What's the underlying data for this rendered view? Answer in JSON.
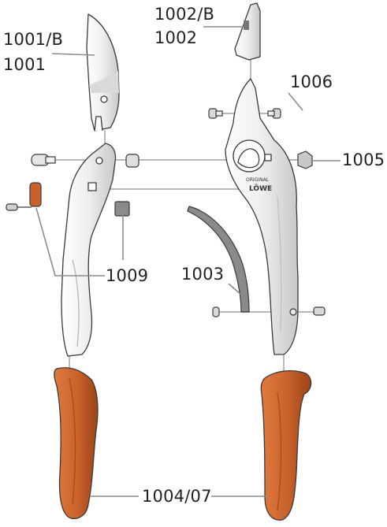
{
  "callouts": {
    "c1001b": "1001/B",
    "c1001": "1001",
    "c1002b": "1002/B",
    "c1002": "1002",
    "c1006": "1006",
    "c1005": "1005",
    "c1009": "1009",
    "c1003": "1003",
    "c100407": "1004/07"
  },
  "brand": {
    "line1": "ORIGINAL",
    "line2": "LÖWE"
  },
  "colors": {
    "handle": "#c8612b",
    "handle_shade": "#a94a1c",
    "metal": "#ebebeb",
    "metal_shade": "#c9c9c9",
    "outline": "#3a3a3a",
    "leader": "#8c8c8c",
    "text": "#222222"
  }
}
